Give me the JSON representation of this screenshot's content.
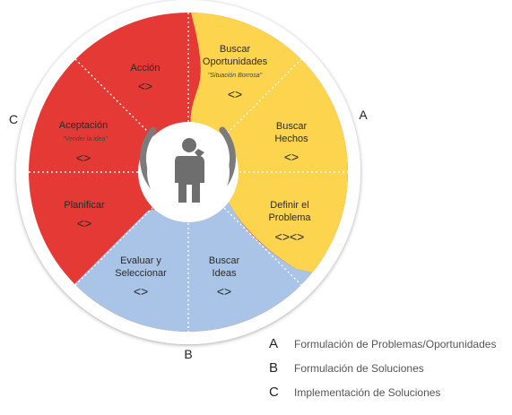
{
  "colors": {
    "red": "#e53935",
    "yellow": "#fdd44e",
    "blue": "#a9c4e7",
    "ring": "#ffffff",
    "hub_ring": "#7b7b7b",
    "person": "#6e6e6e"
  },
  "icons": {
    "center": "person-thinking-icon"
  },
  "letters": {
    "a": "A",
    "b": "B",
    "c": "C"
  },
  "segments": {
    "buscar_oportunidades": {
      "label_1": "Buscar",
      "label_2": "Oportunidades",
      "sub": "\"Situación Borrosa\"",
      "arrows": "<>"
    },
    "buscar_hechos": {
      "label_1": "Buscar",
      "label_2": "Hechos",
      "arrows": "<>"
    },
    "definir_problema": {
      "label_1": "Definir el",
      "label_2": "Problema",
      "arrows": "<><>"
    },
    "buscar_ideas": {
      "label_1": "Buscar",
      "label_2": "Ideas",
      "arrows": "<>"
    },
    "evaluar_seleccionar": {
      "label_1": "Evaluar y",
      "label_2": "Seleccionar",
      "arrows": "<>"
    },
    "planificar": {
      "label_1": "Planificar",
      "arrows": "<>"
    },
    "aceptacion": {
      "label_1": "Aceptación",
      "sub": "\"Vender la idea\"",
      "arrows": "<>"
    },
    "accion": {
      "label_1": "Acción",
      "arrows": "<>"
    }
  },
  "legend": [
    {
      "letter": "A",
      "text": "Formulación de Problemas/Oportunidades"
    },
    {
      "letter": "B",
      "text": "Formulación de Soluciones"
    },
    {
      "letter": "C",
      "text": "Implementación de Soluciones"
    }
  ]
}
